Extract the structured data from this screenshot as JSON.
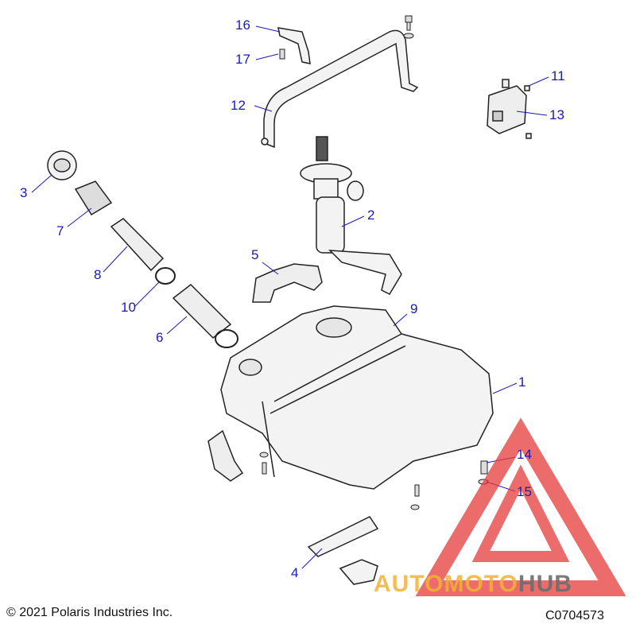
{
  "callouts": {
    "c1": "1",
    "c2": "2",
    "c3": "3",
    "c4": "4",
    "c5": "5",
    "c6": "6",
    "c7": "7",
    "c8": "8",
    "c9": "9",
    "c10": "10",
    "c11": "11",
    "c12": "12",
    "c13": "13",
    "c14": "14",
    "c15": "15",
    "c16": "16",
    "c17": "17"
  },
  "footer": {
    "copyright": "© 2021 Polaris Industries Inc.",
    "drawing_code": "C0704573"
  },
  "watermark": {
    "part1": "AUTOMOTO",
    "part2": "HUB",
    "colors": {
      "triangle": "#e63b3b",
      "part1": "#f2b233",
      "part2": "#6d6d6d"
    }
  },
  "colors": {
    "callout": "#1a1ab4",
    "line": "#1a1ab4",
    "outline": "#222222",
    "part_fill": "#f3f3f3"
  }
}
